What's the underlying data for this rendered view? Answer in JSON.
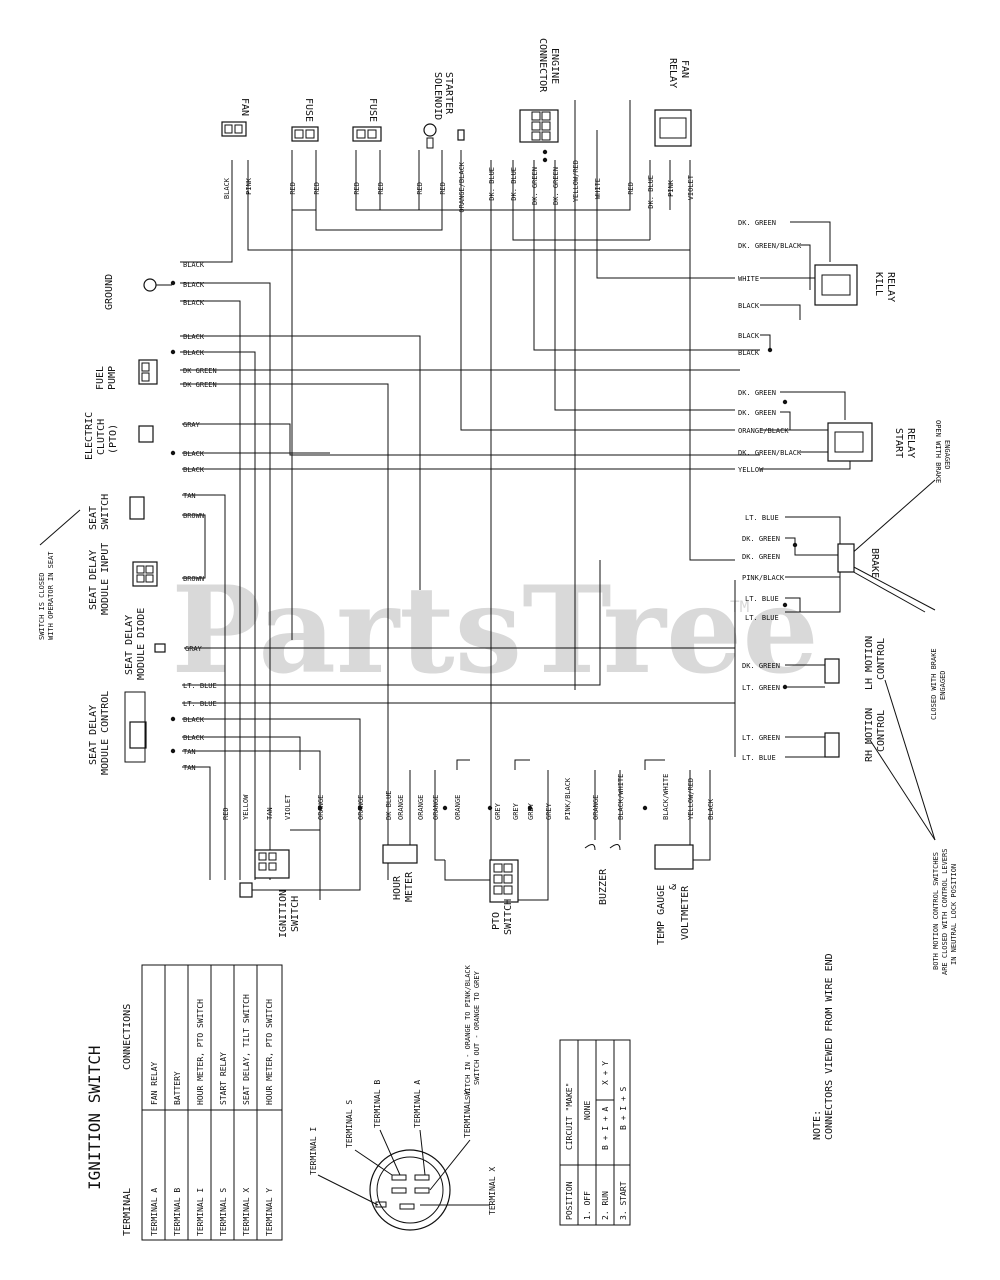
{
  "watermark": {
    "text": "PartsTree",
    "tm": "TM"
  },
  "components": {
    "fan": "FAN",
    "fuse1": "FUSE",
    "fuse2": "FUSE",
    "starter_solenoid": [
      "STARTER",
      "SOLENOID"
    ],
    "engine_connector": [
      "ENGINE",
      "CONNECTOR"
    ],
    "fan_relay": [
      "FAN",
      "RELAY"
    ],
    "ground": "GROUND",
    "fuel_pump": [
      "FUEL",
      "PUMP"
    ],
    "electric_clutch": [
      "ELECTRIC",
      "CLUTCH",
      "(PTO)"
    ],
    "seat_switch": [
      "SEAT",
      "SWITCH"
    ],
    "seat_delay_module_input": [
      "SEAT DELAY",
      "MODULE INPUT"
    ],
    "seat_delay_module_diode": [
      "SEAT DELAY",
      "MODULE DIODE"
    ],
    "seat_delay_module_control": [
      "SEAT DELAY",
      "MODULE CONTROL"
    ],
    "kill_relay": [
      "KILL",
      "RELAY"
    ],
    "start_relay": [
      "START",
      "RELAY"
    ],
    "brake": "BRAKE",
    "lh_motion_control": [
      "LH MOTION",
      "CONTROL"
    ],
    "rh_motion_control": [
      "RH MOTION",
      "CONTROL"
    ],
    "ignition_switch": [
      "IGNITION",
      "SWITCH"
    ],
    "hour_meter": [
      "HOUR",
      "METER"
    ],
    "pto_switch": [
      "PTO",
      "SWITCH"
    ],
    "buzzer": "BUZZER",
    "temp_gauge": [
      "TEMP GAUGE",
      "&",
      "VOLTMETER"
    ]
  },
  "top_wires": [
    "BLACK",
    "PINK",
    "RED",
    "RED",
    "RED",
    "RED",
    "RED",
    "RED",
    "ORANGE/BLACK",
    "DK. BLUE",
    "DK. BLUE",
    "DK. GREEN",
    "DK. GREEN",
    "YELLOW/RED",
    "WHITE",
    "RED",
    "DK. BLUE",
    "PINK",
    "VIOLET"
  ],
  "left_wires": {
    "ground": [
      "BLACK",
      "BLACK",
      "BLACK"
    ],
    "fuel_pump": [
      "BLACK",
      "BLACK",
      "DK GREEN",
      "DK GREEN"
    ],
    "clutch": [
      "GRAY",
      "BLACK",
      "BLACK"
    ],
    "seat_switch": [
      "TAN",
      "BROWN"
    ],
    "seat_delay_input": [
      "BROWN"
    ],
    "seat_delay_diode": [
      "GRAY"
    ],
    "seat_delay_control": [
      "LT. BLUE",
      "LT. BLUE",
      "BLACK",
      "BLACK",
      "TAN",
      "TAN"
    ]
  },
  "right_wires": {
    "kill_relay": [
      "DK. GREEN",
      "DK. GREEN/BLACK",
      "WHITE",
      "BLACK",
      "BLACK",
      "BLACK"
    ],
    "start_relay": [
      "DK. GREEN",
      "DK. GREEN",
      "ORANGE/BLACK",
      "DK. GREEN/BLACK",
      "YELLOW"
    ],
    "brake": [
      "LT. BLUE",
      "DK. GREEN",
      "DK. GREEN",
      "PINK/BLACK",
      "LT. BLUE",
      "LT. BLUE"
    ],
    "lh_motion": [
      "DK. GREEN",
      "LT. GREEN"
    ],
    "rh_motion": [
      "LT. GREEN",
      "LT. BLUE"
    ]
  },
  "bottom_wires": [
    "RED",
    "YELLOW",
    "TAN",
    "VIOLET",
    "ORANGE",
    "ORANGE",
    "DK BLUE",
    "ORANGE",
    "ORANGE",
    "ORANGE",
    "ORANGE",
    "GREY",
    "GREY",
    "GREY",
    "GREY",
    "PINK/BLACK",
    "ORANGE",
    "BLACK/WHITE",
    "BLACK/WHITE",
    "YELLOW/RED",
    "BLACK"
  ],
  "notes": {
    "seat_switch_note": [
      "SWITCH IS CLOSED",
      "WITH OPERATOR IN SEAT"
    ],
    "brake_open_note": [
      "OPEN WITH BRAKE",
      "ENGAGED"
    ],
    "brake_closed_note": [
      "CLOSED WITH BRAKE",
      "ENGAGED"
    ],
    "motion_note": [
      "BOTH MOTION CONTROL SWITCHES",
      "ARE CLOSED WITH CONTROL LEVERS",
      "IN NEUTRAL LOCK POSITION"
    ],
    "pto_note": [
      "SWITCH IN - ORANGE TO PINK/BLACK",
      "SWITCH OUT - ORANGE TO GREY"
    ],
    "main_note": [
      "NOTE:",
      "CONNECTORS VIEWED FROM WIRE END"
    ]
  },
  "ignition_table": {
    "title": "IGNITION SWITCH",
    "headers": [
      "TERMINAL",
      "CONNECTIONS"
    ],
    "rows": [
      [
        "TERMINAL  A",
        "FAN RELAY"
      ],
      [
        "TERMINAL  B",
        "BATTERY"
      ],
      [
        "TERMINAL  I",
        "HOUR METER, PTO SWITCH"
      ],
      [
        "TERMINAL  S",
        "START RELAY"
      ],
      [
        "TERMINAL  X",
        "SEAT DELAY, TILT SWITCH"
      ],
      [
        "TERMINAL  Y",
        "HOUR METER, PTO SWITCH"
      ]
    ]
  },
  "terminal_labels": [
    "TERMINAL I",
    "TERMINAL S",
    "TERMINAL B",
    "TERMINAL A",
    "TERMINAL Y",
    "TERMINAL X"
  ],
  "circuit_table": {
    "headers": [
      "POSITION",
      "CIRCUIT \"MAKE\""
    ],
    "rows": [
      [
        "1. OFF",
        "NONE"
      ],
      [
        "2. RUN",
        "B + I + A",
        "X + Y"
      ],
      [
        "3. START",
        "B + I + S"
      ]
    ]
  }
}
